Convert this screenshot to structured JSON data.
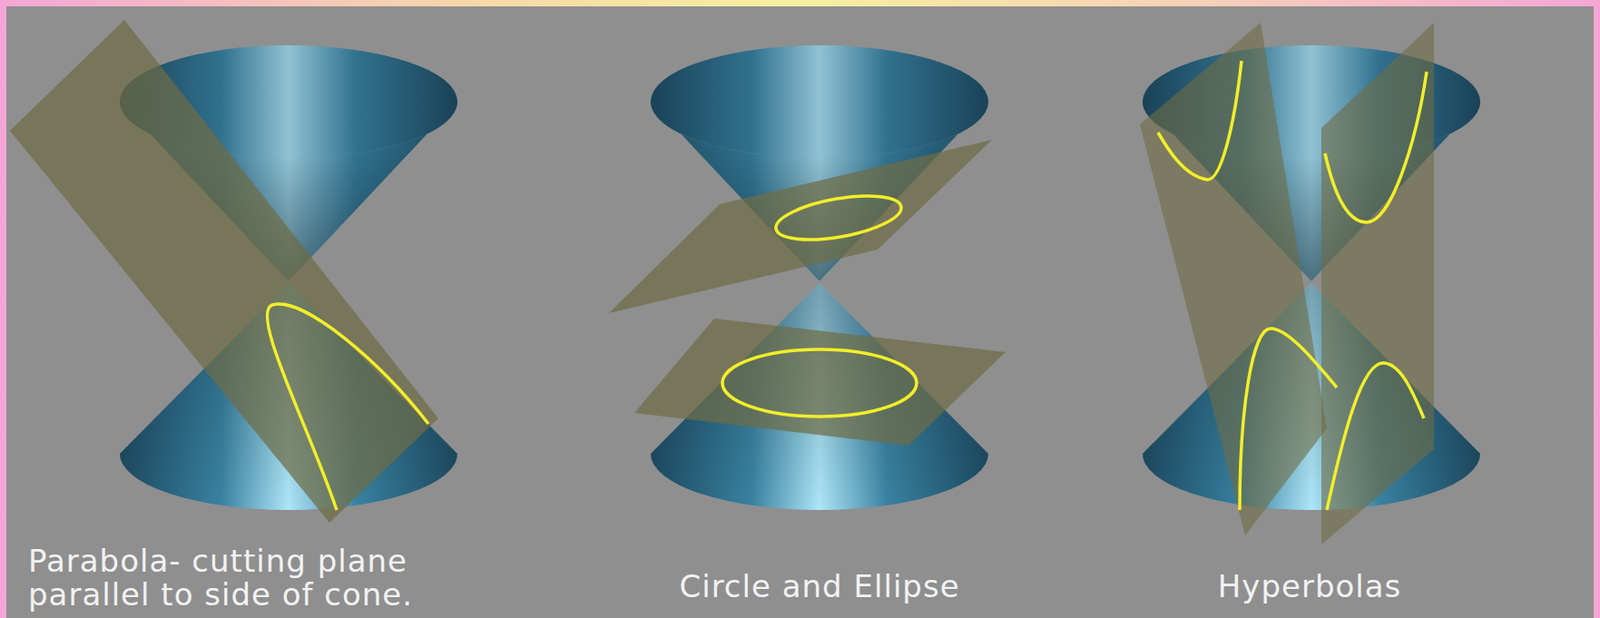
{
  "diagram": {
    "labels": [
      "Parabola- cutting plane parallel to side of cone.",
      "Circle and Ellipse",
      "Hyperbolas"
    ]
  }
}
